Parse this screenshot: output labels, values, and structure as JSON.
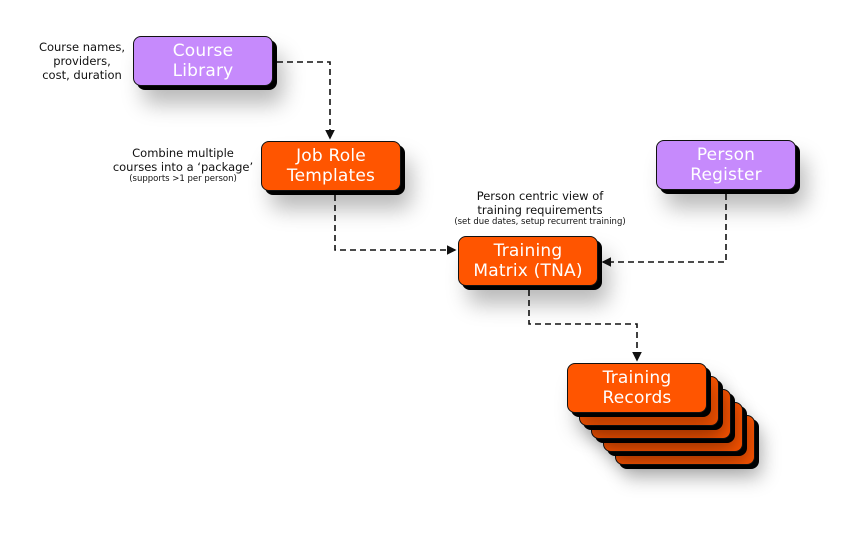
{
  "colors": {
    "source_node": "#C68AFC",
    "process_node": "#FF5500",
    "connector": "#111111"
  },
  "nodes": {
    "course_library": {
      "lines": [
        "Course",
        "Library"
      ]
    },
    "job_role_templates": {
      "lines": [
        "Job Role",
        "Templates"
      ]
    },
    "person_register": {
      "lines": [
        "Person",
        "Register"
      ]
    },
    "training_matrix": {
      "lines": [
        "Training",
        "Matrix (TNA)"
      ]
    },
    "training_records": {
      "lines": [
        "Training",
        "Records"
      ],
      "stack_count": 5
    }
  },
  "annotations": {
    "course_library": {
      "lines": [
        "Course names,",
        "providers,",
        "cost, duration"
      ]
    },
    "job_role_templates": {
      "lines": [
        "Combine multiple",
        "courses into a ‘package’"
      ],
      "small": "(supports >1 per person)"
    },
    "training_matrix": {
      "lines": [
        "Person centric view of",
        "training requirements"
      ],
      "small": "(set due dates, setup recurrent training)"
    }
  },
  "connectors": [
    {
      "from": "course_library",
      "to": "job_role_templates"
    },
    {
      "from": "job_role_templates",
      "to": "training_matrix"
    },
    {
      "from": "person_register",
      "to": "training_matrix"
    },
    {
      "from": "training_matrix",
      "to": "training_records"
    }
  ]
}
